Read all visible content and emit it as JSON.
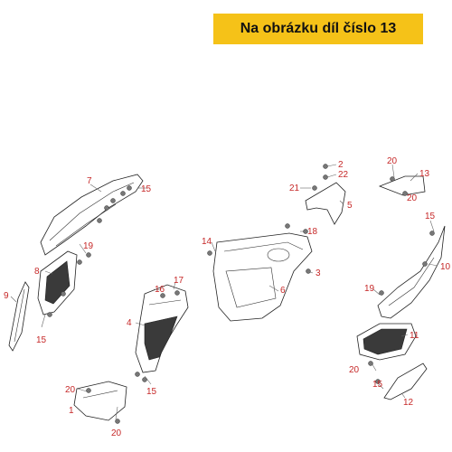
{
  "banner": {
    "text": "Na obrázku díl číslo 13"
  },
  "colors": {
    "banner_background": "#f5c218",
    "callout_text": "#c62828",
    "line_art": "#222222"
  },
  "callouts": [
    "1",
    "2",
    "3",
    "4",
    "5",
    "6",
    "7",
    "8",
    "9",
    "10",
    "11",
    "12",
    "13",
    "14",
    "15",
    "16",
    "17",
    "18",
    "19",
    "20",
    "21",
    "22"
  ]
}
